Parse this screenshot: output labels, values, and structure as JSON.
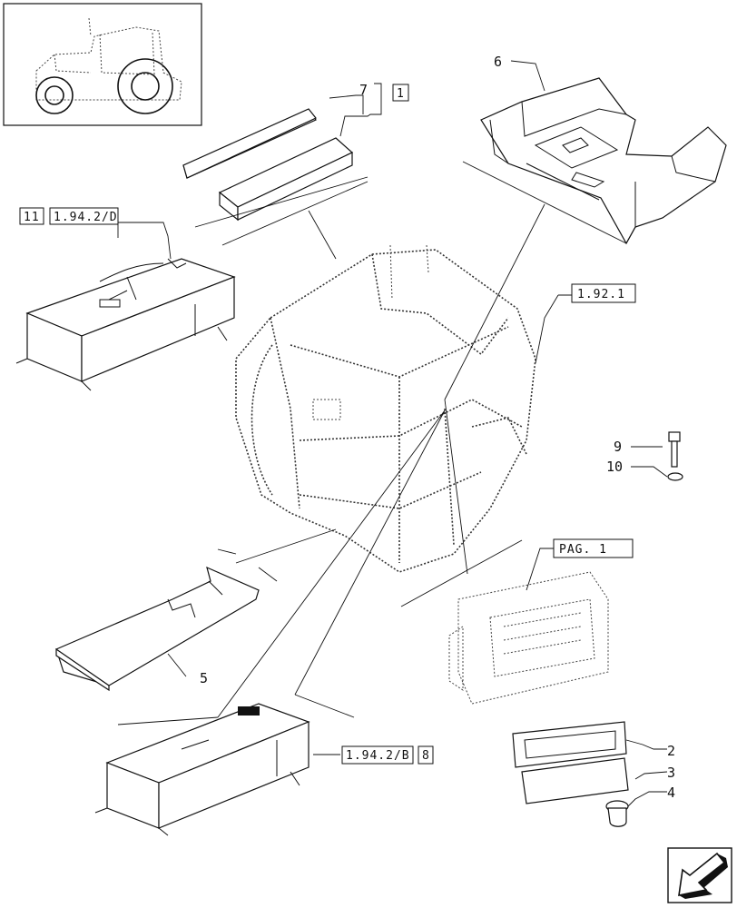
{
  "labels": {
    "n1": "1",
    "n2": "2",
    "n3": "3",
    "n4": "4",
    "n5": "5",
    "n6": "6",
    "n7": "7",
    "n8": "8",
    "n9": "9",
    "n10": "10",
    "n11": "11",
    "ref_1942d": "1.94.2/D",
    "ref_1921": "1.92.1",
    "ref_pag1": "PAG. 1",
    "ref_1942b": "1.94.2/B"
  },
  "icons": {
    "nav": "next-page-arrow-icon",
    "thumb": "tractor-thumbnail-icon"
  }
}
